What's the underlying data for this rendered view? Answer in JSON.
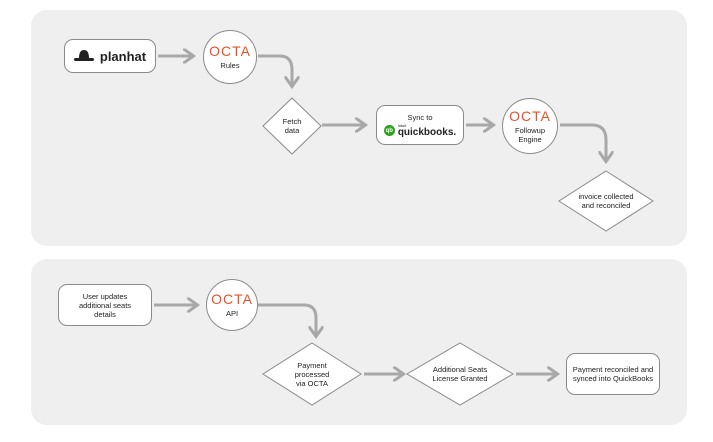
{
  "colors": {
    "panel": "#efefef",
    "octa": "#e8512a",
    "arrow": "#a8a8a8",
    "border": "#8a8a8a",
    "quickbooks": "#2ca01c"
  },
  "top": {
    "planhat": {
      "icon": "hat-icon",
      "label": "planhat"
    },
    "octa_rules": {
      "brand": "OCTA",
      "label": "Rules"
    },
    "fetch": {
      "label": "Fetch data"
    },
    "sync": {
      "label": "Sync to",
      "qb_mark": "qb",
      "qb_intuit": "intuit",
      "qb_word": "quickbooks."
    },
    "octa_followup": {
      "brand": "OCTA",
      "label": "Followup Engine"
    },
    "collected": {
      "label": "invoice collected and reconciled"
    }
  },
  "bottom": {
    "user": {
      "label": "User updates additional seats details"
    },
    "octa_api": {
      "brand": "OCTA",
      "label": "API"
    },
    "payment": {
      "label": "Payment processed via OCTA"
    },
    "seats": {
      "label": "Additional Seats License Granted"
    },
    "reconciled": {
      "label": "Payment reconciled and synced into QuickBooks"
    }
  }
}
